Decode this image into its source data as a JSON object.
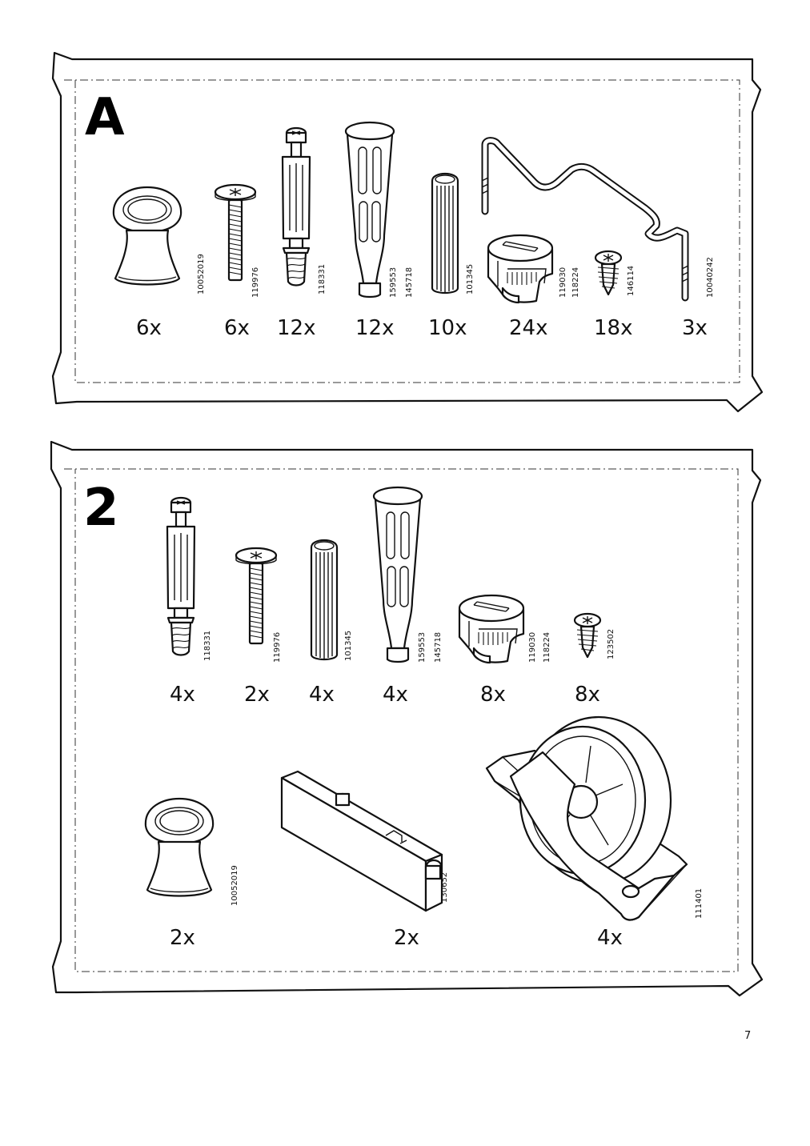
{
  "page_number": "7",
  "panel_a": {
    "label": "A",
    "items": [
      {
        "name": "knob",
        "icon": "knob-icon",
        "code": "10052019",
        "qty": "6x"
      },
      {
        "name": "screw",
        "icon": "screw-icon",
        "code": "119976",
        "qty": "6x"
      },
      {
        "name": "cam-bolt",
        "icon": "cam-bolt-icon",
        "code": "118331",
        "qty": "12x"
      },
      {
        "name": "plastic-dowel",
        "icon": "plastic-dowel-icon",
        "codes": [
          "159553",
          "145718"
        ],
        "qty": "12x"
      },
      {
        "name": "wood-dowel",
        "icon": "wood-dowel-icon",
        "code": "101345",
        "qty": "10x"
      },
      {
        "name": "cam-lock",
        "icon": "cam-lock-icon",
        "codes": [
          "119030",
          "118224"
        ],
        "qty": "24x"
      },
      {
        "name": "small-screw",
        "icon": "small-screw-icon",
        "code": "146114",
        "qty": "18x"
      },
      {
        "name": "wire-rod",
        "icon": "wire-rod-icon",
        "code": "10040242",
        "qty": "3x"
      }
    ]
  },
  "panel_2": {
    "label": "2",
    "items": [
      {
        "name": "cam-bolt",
        "icon": "cam-bolt-icon",
        "code": "118331",
        "qty": "4x"
      },
      {
        "name": "screw",
        "icon": "screw-icon",
        "code": "119976",
        "qty": "2x"
      },
      {
        "name": "wood-dowel",
        "icon": "wood-dowel-icon",
        "code": "101345",
        "qty": "4x"
      },
      {
        "name": "plastic-dowel",
        "icon": "plastic-dowel-icon",
        "codes": [
          "159553",
          "145718"
        ],
        "qty": "4x"
      },
      {
        "name": "cam-lock",
        "icon": "cam-lock-icon",
        "codes": [
          "119030",
          "118224"
        ],
        "qty": "8x"
      },
      {
        "name": "small-screw",
        "icon": "small-screw-icon",
        "code": "123502",
        "qty": "8x"
      },
      {
        "name": "knob",
        "icon": "knob-icon",
        "code": "10052019",
        "qty": "2x"
      },
      {
        "name": "drawer-stop",
        "icon": "drawer-stop-icon",
        "code": "130652",
        "qty": "2x"
      },
      {
        "name": "castor-wheel",
        "icon": "castor-wheel-icon",
        "code": "111401",
        "qty": "4x"
      }
    ]
  }
}
